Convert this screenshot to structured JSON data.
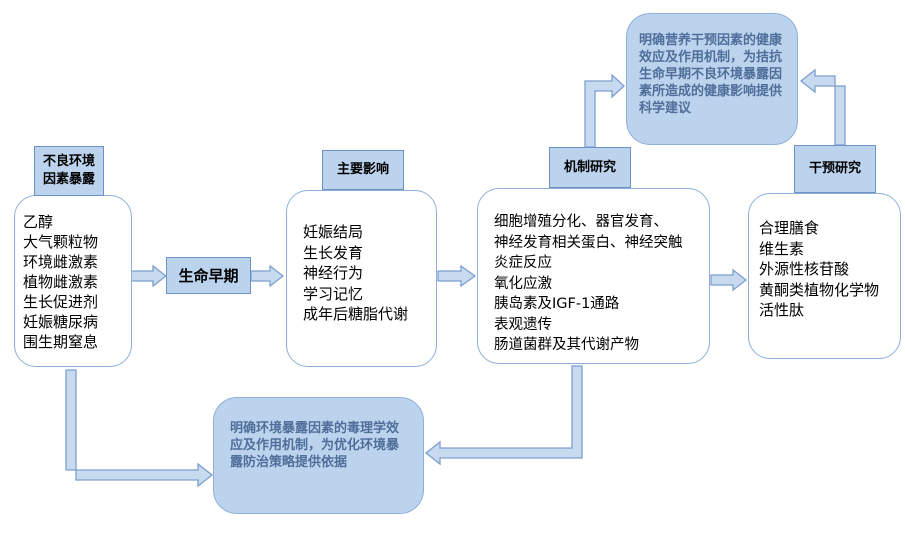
{
  "env_header": [
    "不良环境",
    "因素暴露"
  ],
  "env_items": [
    "乙醇",
    "大气颗粒物",
    "环境雌激素",
    "植物雌激素",
    "生长促进剂",
    "妊娠糖尿病",
    "围生期窒息"
  ],
  "early_life_label": "生命早期",
  "effects_header": "主要影响",
  "effects_items": [
    "妊娠结局",
    "生长发育",
    "神经行为",
    "学习记忆",
    "成年后糖脂代谢"
  ],
  "mechanism_header": "机制研究",
  "mechanism_items": [
    "细胞增殖分化、器官发育、",
    "神经发育相关蛋白、神经突触",
    "炎症反应",
    "氧化应激",
    "胰岛素及IGF-1通路",
    "表观遗传",
    "肠道菌群及其代谢产物"
  ],
  "intervention_header": "干预研究",
  "intervention_items": [
    "合理膳食",
    "维生素",
    "外源性核苷酸",
    "黄酮类植物化学物",
    "活性肽"
  ],
  "top_conclusion": "明确营养干预因素的健康效应及作用机制，为拮抗生命早期不良环境暴露因素所造成的健康影响提供科学建议",
  "bottom_conclusion": "明确环境暴露因素的毒理学效应及作用机制，为优化环境暴露防治策略提供依据"
}
